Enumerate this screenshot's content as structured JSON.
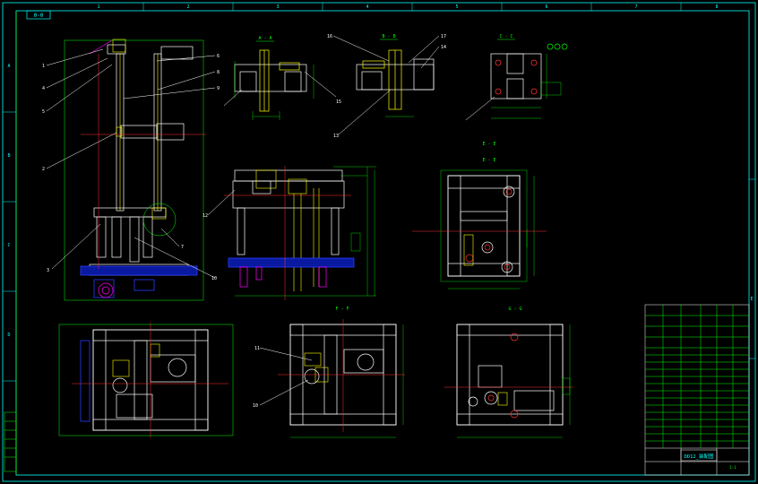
{
  "sheet": {
    "tab_label": "0-0",
    "border_numbers": [
      "1",
      "2",
      "3",
      "4",
      "5",
      "6",
      "7",
      "8"
    ],
    "border_letters": [
      "A",
      "B",
      "C",
      "D",
      "E"
    ]
  },
  "views": {
    "main_view_title": "",
    "section_aa": "A - A",
    "section_bb": "B - B",
    "section_cc": "C - C",
    "section_dd": "D - D",
    "section_ee": "E - E",
    "section_ff": "F - F",
    "section_gg": "G - G",
    "top_view_title": "",
    "plan_view_title": ""
  },
  "callouts": [
    "1",
    "2",
    "3",
    "4",
    "5",
    "6",
    "7",
    "8",
    "9",
    "10",
    "11",
    "12",
    "13",
    "14",
    "15",
    "16",
    "17"
  ],
  "notes": {
    "title": "",
    "lines": [
      "",
      "",
      "",
      "",
      "",
      "",
      ""
    ]
  },
  "title_block": {
    "drawing_name": "DD12_装配图",
    "drawing_no": "",
    "scale": "1:1",
    "sheet_no": ""
  },
  "colors": {
    "background": "#000000",
    "outline": "#ffffff",
    "cyan": "#00ffff",
    "green": "#00ff00",
    "yellow": "#ffff00",
    "red": "#ff3030",
    "blue": "#2a3cff",
    "magenta": "#ff00ff"
  }
}
